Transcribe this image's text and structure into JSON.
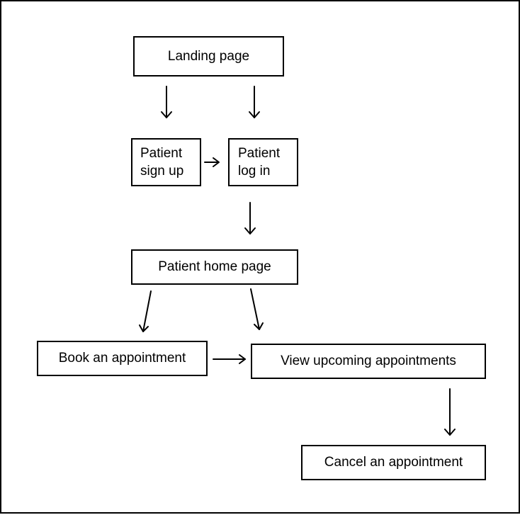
{
  "diagram": {
    "nodes": {
      "landing": {
        "label": "Landing page"
      },
      "signup": {
        "label": "Patient\nsign up"
      },
      "login": {
        "label": "Patient\nlog in"
      },
      "home": {
        "label": "Patient home page"
      },
      "book": {
        "label": "Book an appointment"
      },
      "view": {
        "label": "View upcoming appointments"
      },
      "cancel": {
        "label": "Cancel an appointment"
      }
    },
    "edges": [
      {
        "from": "landing",
        "to": "signup"
      },
      {
        "from": "landing",
        "to": "login"
      },
      {
        "from": "signup",
        "to": "login"
      },
      {
        "from": "login",
        "to": "home"
      },
      {
        "from": "home",
        "to": "book"
      },
      {
        "from": "home",
        "to": "view"
      },
      {
        "from": "book",
        "to": "view"
      },
      {
        "from": "view",
        "to": "cancel"
      }
    ]
  }
}
